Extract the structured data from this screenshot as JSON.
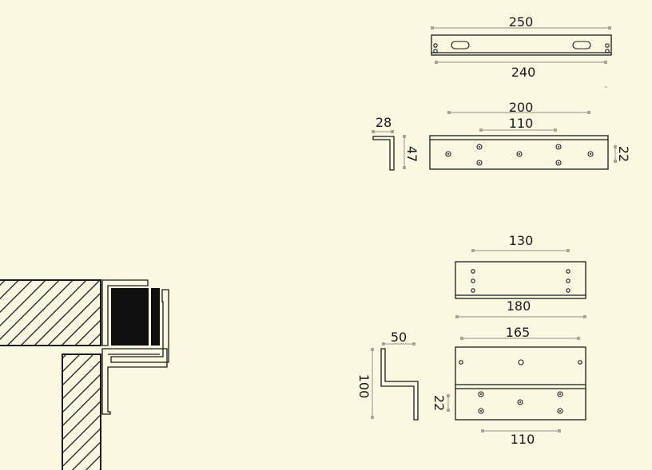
{
  "dimensions": {
    "top_plate_length": "250",
    "top_plate_holes": "240",
    "angle_length": "200",
    "angle_holes": "110",
    "angle_flange": "28",
    "angle_height": "47",
    "angle_offset": "22",
    "mid_plate_holes": "130",
    "mid_plate_length": "180",
    "bracket_holes": "165",
    "bracket_flange": "50",
    "bracket_height": "100",
    "bracket_offset": "22",
    "bracket_lower_holes": "110"
  },
  "colors": {
    "background": "#fbf8e2",
    "line": "#1a1a1a",
    "dimension": "#a6a698",
    "magnet": "#0f0f0f"
  }
}
